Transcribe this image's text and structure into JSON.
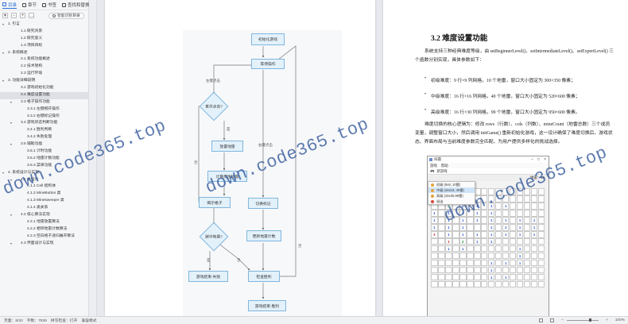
{
  "sidebar": {
    "tabs": [
      {
        "label": "目录"
      },
      {
        "label": "章节"
      },
      {
        "label": "书签"
      },
      {
        "label": "查找和替换"
      }
    ],
    "smart_button": "智能识别目录",
    "toc": [
      {
        "label": "1. 引言",
        "level": 0,
        "expanded": true
      },
      {
        "label": "1.1 研究背景",
        "level": 1
      },
      {
        "label": "1.2 研究意义",
        "level": 1
      },
      {
        "label": "1.3 项目目标",
        "level": 1
      },
      {
        "label": "2. 系统概述",
        "level": 0,
        "expanded": true
      },
      {
        "label": "2.1 系统功能概述",
        "level": 1
      },
      {
        "label": "2.2 技术架构",
        "level": 1
      },
      {
        "label": "2.3 运行环境",
        "level": 1
      },
      {
        "label": "3. 功能详细说明",
        "level": 0,
        "expanded": true
      },
      {
        "label": "3.1 游戏初始化功能",
        "level": 1
      },
      {
        "label": "3.2 难度设置功能",
        "level": 1,
        "active": true
      },
      {
        "label": "3.3 格子操作功能",
        "level": 1,
        "expanded": true
      },
      {
        "label": "3.3.1 左键揭开操作",
        "level": 2
      },
      {
        "label": "3.3.2 右键标记操作",
        "level": 2
      },
      {
        "label": "3.4 游戏状态判断功能",
        "level": 1,
        "expanded": true
      },
      {
        "label": "3.4.1 胜利判断",
        "level": 2
      },
      {
        "label": "3.4.2 失败处理",
        "level": 2
      },
      {
        "label": "3.5 辅助功能",
        "level": 1,
        "expanded": true
      },
      {
        "label": "3.5.1 计时功能",
        "level": 2
      },
      {
        "label": "3.5.2 地雷计数功能",
        "level": 2
      },
      {
        "label": "3.5.3 菜单功能",
        "level": 2
      },
      {
        "label": "4. 系统设计与实现",
        "level": 0,
        "expanded": true
      },
      {
        "label": "4.1 类设计",
        "level": 1,
        "expanded": true
      },
      {
        "label": "4.1.1 Cell 结构体",
        "level": 2
      },
      {
        "label": "4.1.2 MineButton 类",
        "level": 2
      },
      {
        "label": "4.1.3 Minesweeper 类",
        "level": 2
      },
      {
        "label": "4.1.4 类关系",
        "level": 2
      },
      {
        "label": "4.2 核心算法实现",
        "level": 1,
        "expanded": true
      },
      {
        "label": "4.2.1 地雷放置算法",
        "level": 2
      },
      {
        "label": "4.2.2 相邻地雷计数算法",
        "level": 2
      },
      {
        "label": "4.2.3 空白格子递归展开算法",
        "level": 2
      },
      {
        "label": "4.3 界面设计与实现",
        "level": 1,
        "expanded": true
      }
    ]
  },
  "flowchart": {
    "nodes": {
      "init": "初始化游戏",
      "wait": "等待操作",
      "first": "首次点击?",
      "place": "放置地雷",
      "calc": "计算周围地雷",
      "reveal": "揭示格子",
      "hit": "踩中地雷?",
      "fail": "游戏结束-失败",
      "check": "检查胜利",
      "toggle": "切换标记",
      "update": "更新地雷计数",
      "win": "游戏结束-胜利"
    },
    "edges": {
      "left_click": "左键点击",
      "right_click": "右键点击",
      "yes": "是",
      "no": "否"
    }
  },
  "watermark": "down.code365.top",
  "page2": {
    "heading": "3.2 难度设置功能",
    "intro": "系统支持三种经典难度等级，由 setBeginnerLevel()、setIntermediateLevel()、setExpertLevel() 三个函数分别实现，具体参数如下：",
    "bullets": [
      "初级难度：9 行×9 列网格，10 个地雷，窗口大小固定为 300×350 像素；",
      "中级难度：16 行×16 列网格，40 个地雷，窗口大小固定为 520×600 像素；",
      "高级难度：16 行×30 列网格，99 个地雷，窗口大小固定为 950×600 像素。"
    ],
    "core": "难度切换的核心逻辑为：修改 rows（行数）、cols（列数）、mineCount（地雷总数）三个成员变量，调整窗口大小，然后调用 initGame() 重新初始化游戏，这一设计确保了难度切换后，游戏状态、界面布局与当前难度参数完全匹配，为用户提供多样化的挑战选择。"
  },
  "minesweeper": {
    "title": "扫雷",
    "menu": [
      "游戏",
      "帮助"
    ],
    "new_game": "新游戏",
    "mines_label": "地雷：40",
    "dropdown": [
      {
        "label": "初级 (9x9, 10雷)",
        "color": "#e5a23a",
        "selected": false
      },
      {
        "label": "中级 (16x16, 40雷)",
        "color": "#e5a23a",
        "selected": true
      },
      {
        "label": "高级 (16x30,99雷)",
        "color": "#e5a23a",
        "selected": false
      },
      {
        "label": "退出",
        "color": "#d9473b",
        "selected": false
      }
    ],
    "grid": [
      "................",
      "................",
      "..2.1.1.1.1.....",
      "1.1.1.1.1.......",
      "1.1.1.1.1.1.1.1.",
      "1.1.1...1.1.1.1.",
      "3.1.1.1.1.1.1.1.",
      "..3.2.1.1.......",
      "..1.1.......1...",
      "............1...",
      "........1.1.1...",
      "........1.......",
      "........1.1.....",
      "................"
    ],
    "num_colors": {
      "1": "#2a4fd1",
      "2": "#1c8a2c",
      "3": "#d22a2a"
    }
  },
  "status": {
    "page": "页面：8/20",
    "words": "字数：7839",
    "spell": "拼写检查：打开",
    "compat": "兼容模式",
    "zoom": "100%"
  }
}
